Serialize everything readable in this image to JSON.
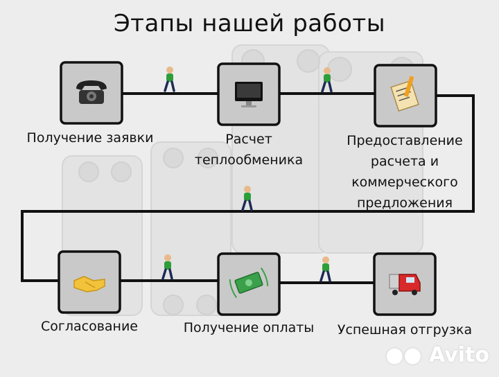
{
  "title": "Этапы нашей работы",
  "steps": [
    {
      "label": "Получение заявки",
      "icon": "telephone-icon"
    },
    {
      "label": "Расчет\nтеплообменика",
      "icon": "monitor-icon"
    },
    {
      "label": "Предоставление\nрасчета и\nкоммерческого\nпредложения",
      "icon": "document-pencil-icon"
    },
    {
      "label": "Согласование",
      "icon": "handshake-icon"
    },
    {
      "label": "Получение оплаты",
      "icon": "money-icon"
    },
    {
      "label": "Успешная отгрузка",
      "icon": "truck-icon"
    }
  ],
  "watermark": "Avito",
  "colors": {
    "line": "#111111",
    "box": "#c9c9c9",
    "walker_shirt": "#2e9e3a"
  }
}
